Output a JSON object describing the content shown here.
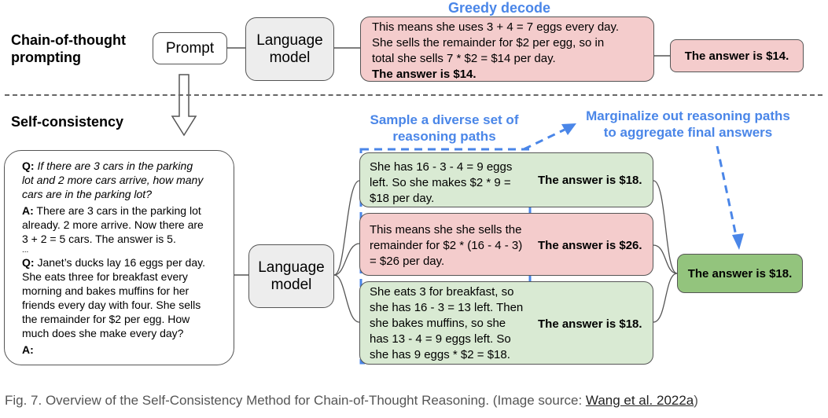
{
  "top": {
    "label_line1": "Chain-of-thought",
    "label_line2": "prompting",
    "prompt_box": "Prompt",
    "lm_line1": "Language",
    "lm_line2": "model",
    "greedy_title": "Greedy decode",
    "greedy_line1": "This means she uses 3 + 4 = 7 eggs every day.",
    "greedy_line2": "She sells the remainder for $2 per egg, so in",
    "greedy_line3": "total she sells 7 * $2 = $14 per day.",
    "greedy_line4": "The answer is $14.",
    "answer": "The answer is $14."
  },
  "bottom": {
    "label": "Self-consistency",
    "prompt": {
      "q1_label": "Q:",
      "q1_line1": "If there are 3 cars in the parking",
      "q1_line2": "lot and 2 more cars arrive, how many",
      "q1_line3": "cars are in the parking lot?",
      "a1_label": "A:",
      "a1_line1": "There are 3 cars in the parking lot",
      "a1_line2": "already. 2 more arrive. Now there are",
      "a1_line3": "3 + 2 = 5 cars. The answer is 5.",
      "ellipsis": "...",
      "q2_label": "Q:",
      "q2_line1": "Janet’s ducks lay 16 eggs per day.",
      "q2_line2": "She eats three for breakfast every",
      "q2_line3": "morning and bakes muffins for her",
      "q2_line4": "friends every day with four. She sells",
      "q2_line5": "the remainder for $2 per egg. How",
      "q2_line6": "much does she make every day?",
      "a2_label": "A:"
    },
    "lm_line1": "Language",
    "lm_line2": "model",
    "sample_title_line1": "Sample a diverse set of",
    "sample_title_line2": "reasoning paths",
    "marginalize_line1": "Marginalize out reasoning paths",
    "marginalize_line2": "to aggregate final answers",
    "paths": [
      {
        "lines": [
          "She has 16 - 3 - 4 = 9 eggs",
          "left. So she makes $2 * 9 =",
          "$18 per day."
        ],
        "answer": "The answer is $18."
      },
      {
        "lines": [
          "This means she she sells the",
          "remainder for $2 * (16 - 4 - 3)",
          "= $26 per day."
        ],
        "answer": "The answer is $26."
      },
      {
        "lines": [
          "She eats 3 for breakfast, so",
          "she has 16 - 3 = 13 left. Then",
          "she bakes muffins, so she",
          "has 13 - 4 = 9 eggs left. So",
          "she has 9 eggs * $2 = $18."
        ],
        "answer": "The answer is $18."
      }
    ],
    "final_answer": "The answer is $18."
  },
  "caption": {
    "text": "Fig. 7. Overview of the Self-Consistency Method for Chain-of-Thought Reasoning. (Image source: ",
    "link": "Wang et al. 2022a",
    "close": ")"
  },
  "colors": {
    "red_box": "#f4cccc",
    "green_box": "#d9ead3",
    "final_green": "#93c47d",
    "accent_blue": "#4a86e8",
    "gray_box": "#ededed"
  }
}
